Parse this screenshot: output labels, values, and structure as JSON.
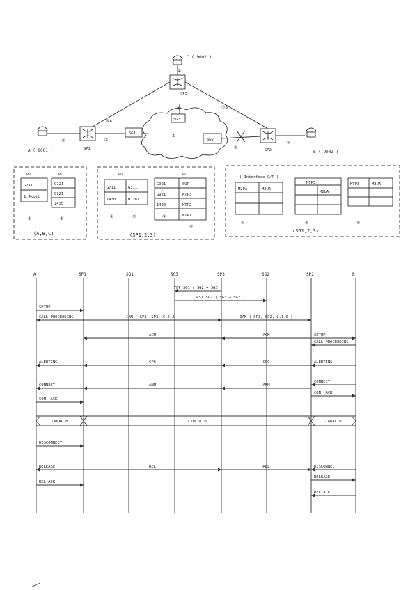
{
  "network": {
    "nodes": {
      "C": "C ( 9002 )",
      "A": "A ( 9001 )",
      "B": "B ( 9002 )",
      "SP1": "SP1",
      "SP2": "SP2",
      "SP3": "SP3",
      "SG1": "SG1",
      "SG2": "SG2",
      "SG3": "SG3"
    },
    "link_labels": [
      "①",
      "②",
      "③",
      "④",
      "⑤",
      "⑥A",
      "⑦B",
      "⑧"
    ],
    "groups": [
      {
        "label": "(A,B,C)",
        "cols": [
          "PU",
          "PC"
        ],
        "rows": [
          [
            "G711",
            "G721"
          ],
          [
            "1.4kbit",
            "G921"
          ],
          [
            "",
            "1430"
          ]
        ],
        "notes": [
          "①",
          "②"
        ]
      },
      {
        "label": "(SP1,2,3)",
        "cols": [
          "PU",
          "PC"
        ],
        "rows": [
          [
            "G711",
            "G311",
            "G921",
            "SUP"
          ],
          [
            "1430",
            "H.26x",
            "G921",
            "MTP3"
          ],
          [
            "",
            "",
            "1430",
            "MTP2"
          ],
          [
            "",
            "",
            "",
            "MTP1"
          ]
        ],
        "notes": [
          "①",
          "②",
          "③",
          "④"
        ]
      },
      {
        "label": "(SG1,2,3)",
        "header": "( Interface C/P )",
        "stacks": [
          [
            "M2PA",
            "M2UA"
          ],
          [
            "MTP3",
            "M2UA"
          ],
          [
            "MTP3",
            "M3UA"
          ]
        ],
        "notes": [
          "④",
          "⑤",
          "⑥"
        ]
      }
    ]
  },
  "sequence": {
    "columns": [
      "A",
      "SP1",
      "SG1",
      "SG3",
      "SP3",
      "SG2",
      "SP2",
      "B"
    ],
    "messages": [
      {
        "label": "TFP SG1 ( SG2 → SG3 )"
      },
      {
        "label": "RST SG2 ( SG3 → SG2 )"
      },
      {
        "label": "SETUP"
      },
      {
        "label": "CALL PROCEEDING"
      },
      {
        "label": "IAM ( SP1, SP3, C.2.2 )"
      },
      {
        "label": "IAM ( SP3, SP2, C.1.0 )"
      },
      {
        "label": "SETUP"
      },
      {
        "label": "ACM"
      },
      {
        "label": "ACM"
      },
      {
        "label": "CALL PROCEEDING"
      },
      {
        "label": "ALERTING"
      },
      {
        "label": "CPG"
      },
      {
        "label": "CPG"
      },
      {
        "label": "ALERTING"
      },
      {
        "label": "CONNECT"
      },
      {
        "label": "ANM"
      },
      {
        "label": "ANM"
      },
      {
        "label": "CONNECT"
      },
      {
        "label": "CON. ACK"
      },
      {
        "label": "CON. ACK"
      },
      {
        "label": "CANAL B"
      },
      {
        "label": "CIRCUITO"
      },
      {
        "label": "CANAL B"
      },
      {
        "label": "DISCONNECT"
      },
      {
        "label": "RELEASE"
      },
      {
        "label": "REL"
      },
      {
        "label": "REL"
      },
      {
        "label": "DISCONNECT"
      },
      {
        "label": "RELEASE"
      },
      {
        "label": "REL ACK"
      },
      {
        "label": "REL ACK"
      }
    ]
  }
}
